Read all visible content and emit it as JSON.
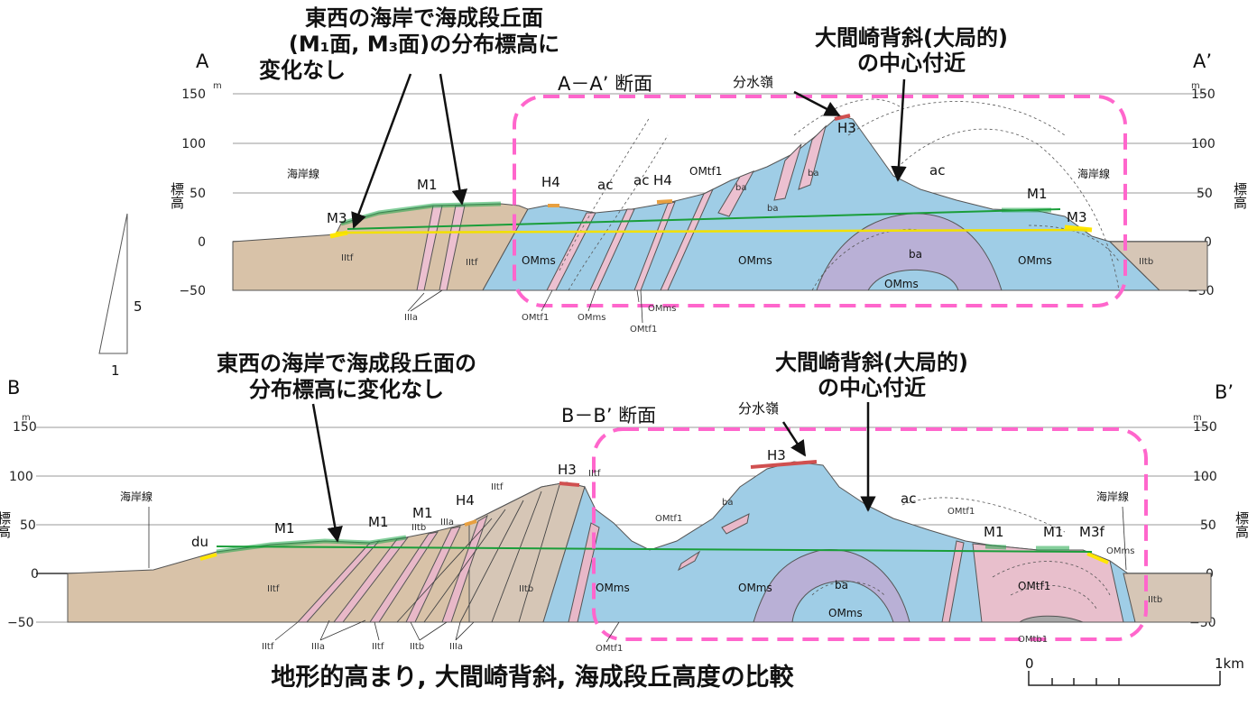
{
  "title": "地形的高まり, 大間崎背斜, 海成段丘高度の比較",
  "scale_bar": {
    "zero": "0",
    "end": "1km"
  },
  "vertical_ratio": {
    "v": "5",
    "h": "1"
  },
  "colors": {
    "omms": "#9fcde6",
    "iltf": "#d8c2a8",
    "iltb": "#d6c6b6",
    "ba": "#b9b0d6",
    "iiia": "#e8b8c8",
    "omtf1_pink": "#ecc0d0",
    "terrace_green": "#21a84a",
    "yellow": "#ffe600",
    "dash_box": "#ff66cc",
    "grid": "#999999"
  },
  "section_a": {
    "left_letter": "A",
    "right_letter": "A’",
    "title": "A－A’ 断面",
    "left_callout": {
      "line1": "東西の海岸で海成段丘面",
      "line2": "(M₁面, M₃面)の分布標高に",
      "line3": "変化なし"
    },
    "right_callout": {
      "line1": "大間崎背斜(大局的)",
      "line2": "の中心付近"
    },
    "divide": "分水嶺",
    "y_unit": "m",
    "y_label": "標高",
    "ticks": [
      "150",
      "100",
      "50",
      "0",
      "−50"
    ],
    "coast_left": "海岸線",
    "coast_right": "海岸線",
    "labels": {
      "m3_left": "M3",
      "m1_left": "M1",
      "h4_a": "H4",
      "ac_a": "ac",
      "ac_b": "ac",
      "h4_b": "H4",
      "omtf1_top": "OMtf1",
      "h3": "H3",
      "ba_1": "ba",
      "ba_2": "ba",
      "ba_3": "ba",
      "ba_core": "ba",
      "ac_right": "ac",
      "m1_right": "M1",
      "m3_right": "M3",
      "iltf_1": "IItf",
      "iltf_2": "IItf",
      "iiia": "IIIa",
      "omms_1": "OMms",
      "omms_2": "OMms",
      "omms_3": "OMms",
      "omms_core": "OMms",
      "iltb": "IItb",
      "omtf1_b1": "OMtf1",
      "omms_b": "OMms",
      "omms_b2": "OMms",
      "omtf1_b2": "OMtf1"
    }
  },
  "section_b": {
    "left_letter": "B",
    "right_letter": "B’",
    "title": "B－B’ 断面",
    "left_callout": {
      "line1": "東西の海岸で海成段丘面の",
      "line2": "分布標高に変化なし"
    },
    "right_callout": {
      "line1": "大間崎背斜(大局的)",
      "line2": "の中心付近"
    },
    "divide": "分水嶺",
    "y_unit": "m",
    "y_label": "標高",
    "ticks": [
      "150",
      "100",
      "50",
      "0",
      "−50"
    ],
    "coast_left": "海岸線",
    "coast_right": "海岸線",
    "labels": {
      "du": "du",
      "m1_a": "M1",
      "m1_b": "M1",
      "m1_c": "M1",
      "iltb_top": "IItb",
      "iiia_top": "IIIa",
      "h4": "H4",
      "iltf_top": "IItf",
      "h3_left": "H3",
      "iltf_top2": "IItf",
      "h3_right": "H3",
      "ba_top": "ba",
      "omtf1_top": "OMtf1",
      "ac": "ac",
      "omtf1_top2": "OMtf1",
      "m1_r1": "M1",
      "m1_r2": "M1",
      "m3f": "M3f",
      "omms_r": "OMms",
      "iltf_mid": "IItf",
      "iltb_mid": "IItb",
      "omms_1": "OMms",
      "omms_2": "OMms",
      "ba_mid": "ba",
      "omms_3": "OMms",
      "omtf1_right": "OMtf1",
      "iltb_right": "IItb",
      "b_iltf": "IItf",
      "b_iiia": "IIIa",
      "b_iltf2": "IItf",
      "b_iltb": "IItb",
      "b_iiia2": "IIIa",
      "b_omtf1": "OMtf1",
      "b_omtb1": "OMtb1"
    }
  }
}
